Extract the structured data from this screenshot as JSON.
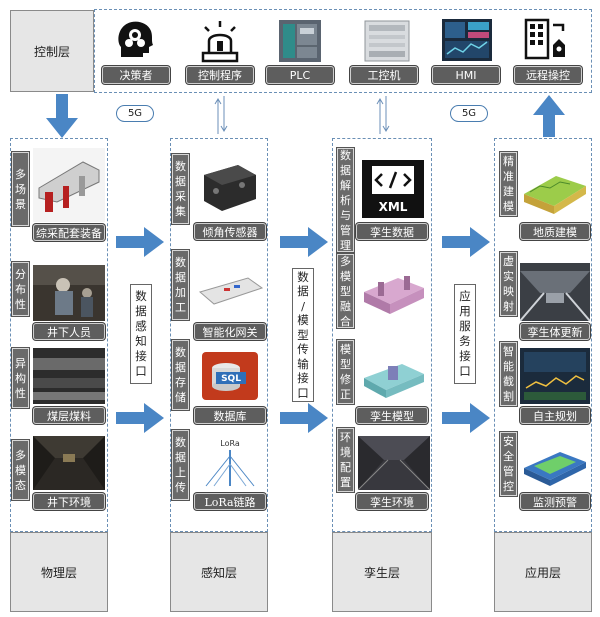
{
  "control": {
    "title": "控制层",
    "items": [
      {
        "label": "决策者",
        "icon": "brain-network-icon"
      },
      {
        "label": "控制程序",
        "icon": "alarm-light-icon"
      },
      {
        "label": "PLC",
        "icon": "plc-device-icon"
      },
      {
        "label": "工控机",
        "icon": "industrial-pc-icon"
      },
      {
        "label": "HMI",
        "icon": "hmi-screen-icon"
      },
      {
        "label": "远程操控",
        "icon": "remote-control-icon"
      }
    ]
  },
  "badges": {
    "left_5g": "5G",
    "right_5g": "5G"
  },
  "physical": {
    "title": "物理层",
    "rows": [
      {
        "tag": [
          "多",
          "场",
          "景"
        ],
        "caption": "综采配套装备"
      },
      {
        "tag": [
          "分",
          "布",
          "性"
        ],
        "caption": "井下人员"
      },
      {
        "tag": [
          "异",
          "构",
          "性"
        ],
        "caption": "煤层煤料"
      },
      {
        "tag": [
          "多",
          "模",
          "态"
        ],
        "caption": "井下环境"
      }
    ]
  },
  "perception": {
    "title": "感知层",
    "rows": [
      {
        "tag": [
          "数",
          "据",
          "采",
          "集"
        ],
        "caption": "倾角传感器"
      },
      {
        "tag": [
          "数",
          "据",
          "加",
          "工"
        ],
        "caption": "智能化网关"
      },
      {
        "tag": [
          "数",
          "据",
          "存",
          "储"
        ],
        "caption": "数据库"
      },
      {
        "tag": [
          "数",
          "据",
          "上",
          "传"
        ],
        "caption": "LoRa链路"
      }
    ]
  },
  "twin": {
    "title": "孪生层",
    "rows": [
      {
        "tag": [
          "数",
          "据",
          "解",
          "析",
          "与",
          "管",
          "理"
        ],
        "caption": "孪生数据"
      },
      {
        "tag": [
          "多",
          "模",
          "型",
          "融",
          "合"
        ],
        "caption": ""
      },
      {
        "tag": [
          "模",
          "型",
          "修",
          "正"
        ],
        "caption": "孪生模型"
      },
      {
        "tag": [
          "环",
          "境",
          "配",
          "置"
        ],
        "caption": "孪生环境"
      }
    ]
  },
  "application": {
    "title": "应用层",
    "rows": [
      {
        "tag": [
          "精",
          "准",
          "建",
          "模"
        ],
        "caption": "地质建模"
      },
      {
        "tag": [
          "虚",
          "实",
          "映",
          "射"
        ],
        "caption": "孪生体更新"
      },
      {
        "tag": [
          "智",
          "能",
          "截",
          "割"
        ],
        "caption": "自主规划"
      },
      {
        "tag": [
          "安",
          "全",
          "管",
          "控"
        ],
        "caption": "监测预警"
      }
    ]
  },
  "interfaces": {
    "i1": [
      "数",
      "据",
      "感",
      "知",
      "接",
      "口"
    ],
    "i2": [
      "数",
      "据",
      "/",
      "模",
      "型",
      "传",
      "输",
      "接",
      "口"
    ],
    "i3": [
      "应",
      "用",
      "服",
      "务",
      "接",
      "口"
    ]
  },
  "icons": {
    "xml_text": "XML",
    "sql_text": "SQL",
    "lora_text": "LoRa"
  },
  "colors": {
    "arrow": "#4a86c5",
    "pill": "#5e5e5e",
    "panel": "#e6e6e6",
    "dashed": "#6a8fb5"
  }
}
